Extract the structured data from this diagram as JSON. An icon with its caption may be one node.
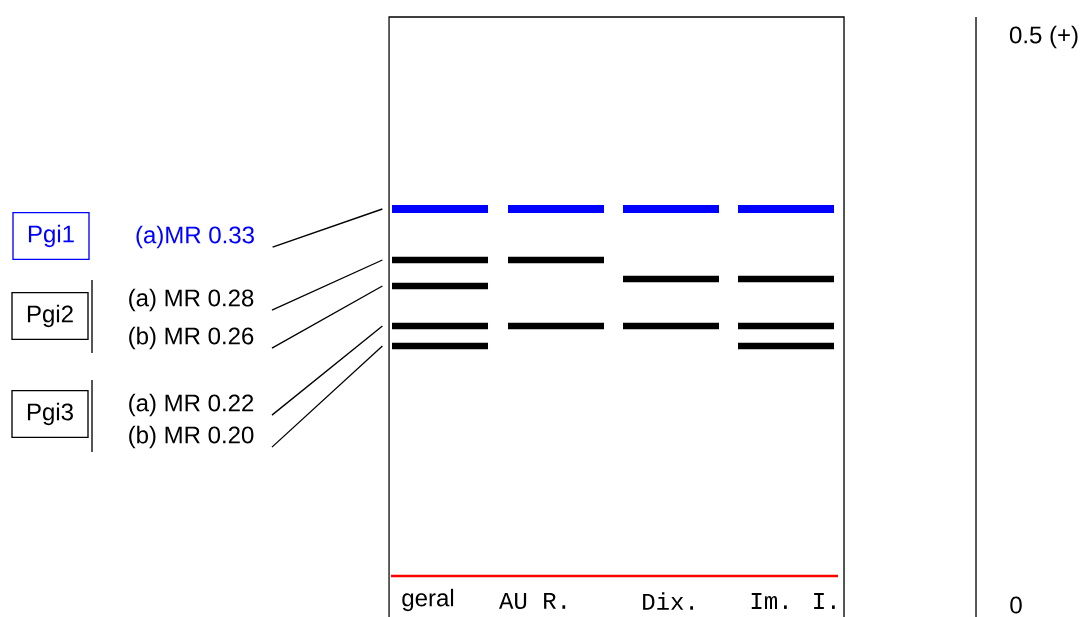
{
  "diagram": {
    "nodes": [
      {
        "text": [
          "Pgi1"
        ]
      },
      {
        "text": [
          "(a)MR 0.33"
        ]
      },
      {
        "text": [
          "Pgi2"
        ]
      },
      {
        "text": [
          "(a) MR 0.28"
        ]
      },
      {
        "text": [
          "(b) MR 0.26"
        ]
      },
      {
        "text": [
          "Pgi3"
        ]
      },
      {
        "text": [
          "(a) MR 0.22"
        ]
      },
      {
        "text": [
          "(b) MR 0.20"
        ]
      },
      {
        "text": [],
        "shape": "bar"
      },
      {
        "text": [],
        "shape": "bar"
      },
      {
        "text": [],
        "shape": "bar"
      },
      {
        "text": [],
        "shape": "bar"
      },
      {
        "text": [],
        "shape": "bar"
      }
    ],
    "edges": [
      {
        "from": 1,
        "to": 8,
        "arrow": "none"
      },
      {
        "from": 3,
        "to": 9,
        "arrow": "none"
      },
      {
        "from": 4,
        "to": 10,
        "arrow": "none"
      },
      {
        "from": 6,
        "to": 11,
        "arrow": "none"
      },
      {
        "from": 7,
        "to": 12,
        "arrow": "none"
      }
    ],
    "labels": [
      "0.5 (+)",
      "geral",
      "AU R.",
      "Dix.",
      "Im. I.",
      "0"
    ]
  }
}
